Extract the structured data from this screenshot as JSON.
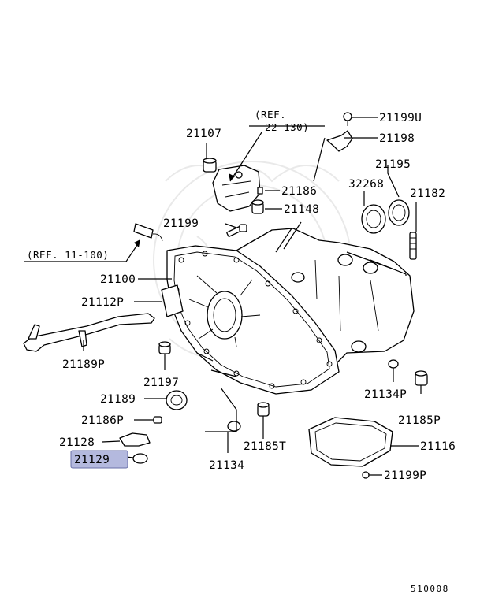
{
  "diagram": {
    "figure_number": "510008",
    "highlight_color": "#b4b9de",
    "highlighted_part": "21129",
    "references": [
      {
        "id": "ref-22-130",
        "line1": "(REF.",
        "line2": "22-130)"
      },
      {
        "id": "ref-11-100",
        "text": "(REF. 11-100)"
      }
    ],
    "parts": [
      {
        "id": "p21199u",
        "label": "21199U"
      },
      {
        "id": "p21198",
        "label": "21198"
      },
      {
        "id": "p21107",
        "label": "21107"
      },
      {
        "id": "p21195",
        "label": "21195"
      },
      {
        "id": "p32268",
        "label": "32268"
      },
      {
        "id": "p21182",
        "label": "21182"
      },
      {
        "id": "p21186",
        "label": "21186"
      },
      {
        "id": "p21148",
        "label": "21148"
      },
      {
        "id": "p21199",
        "label": "21199"
      },
      {
        "id": "p21100",
        "label": "21100"
      },
      {
        "id": "p21112p",
        "label": "21112P"
      },
      {
        "id": "p21189p",
        "label": "21189P"
      },
      {
        "id": "p21197",
        "label": "21197"
      },
      {
        "id": "p21189",
        "label": "21189"
      },
      {
        "id": "p21186p",
        "label": "21186P"
      },
      {
        "id": "p21128",
        "label": "21128"
      },
      {
        "id": "p21129",
        "label": "21129"
      },
      {
        "id": "p21134p",
        "label": "21134P"
      },
      {
        "id": "p21185p",
        "label": "21185P"
      },
      {
        "id": "p21185t",
        "label": "21185T"
      },
      {
        "id": "p21116",
        "label": "21116"
      },
      {
        "id": "p21134",
        "label": "21134"
      },
      {
        "id": "p21199p",
        "label": "21199P"
      }
    ]
  }
}
